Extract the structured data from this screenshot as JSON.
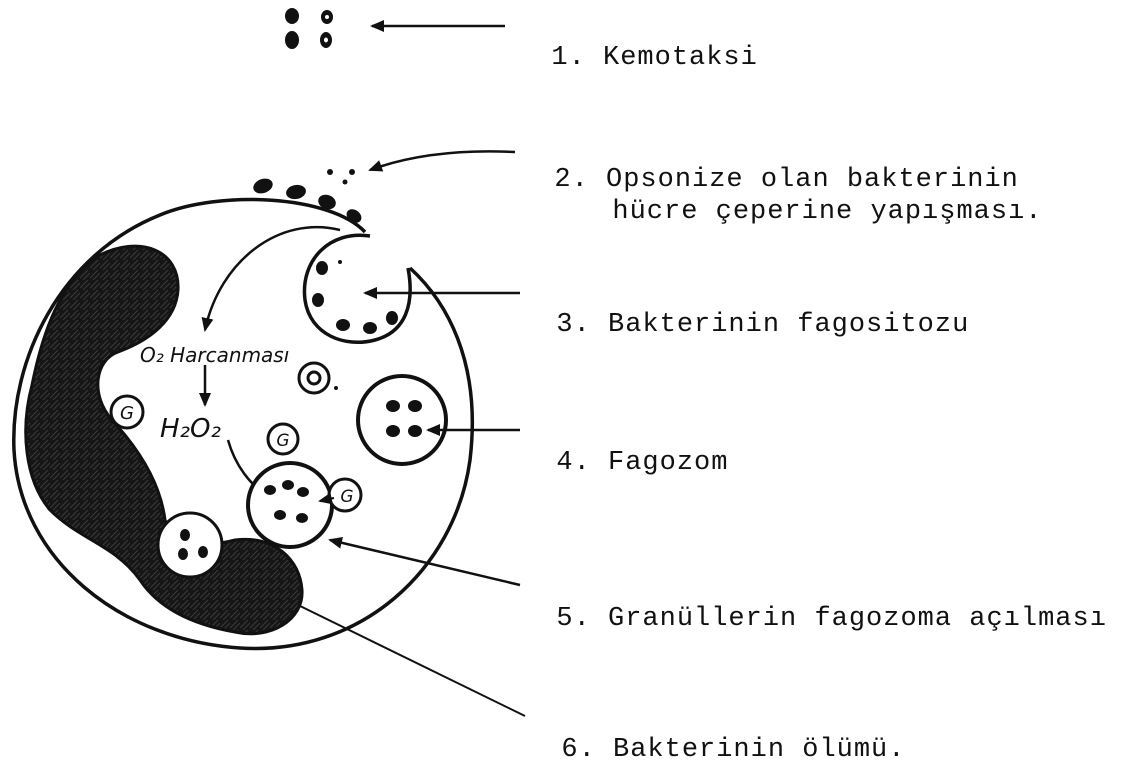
{
  "steps": [
    {
      "id": "1",
      "number": "1.",
      "text": "Kemotaksi"
    },
    {
      "id": "2",
      "number": "2.",
      "text": "Opsonize olan bakterinin",
      "text2": "hücre çeperine yapışması."
    },
    {
      "id": "3",
      "number": "3.",
      "text": "Bakterinin fagositozu"
    },
    {
      "id": "4",
      "number": "4.",
      "text": "Fagozom"
    },
    {
      "id": "5",
      "number": "5.",
      "text": "Granüllerin fagozoma açılması"
    },
    {
      "id": "6",
      "number": "6.",
      "text": "Bakterinin ölümü."
    }
  ],
  "cell_labels": {
    "o2_consumption": "O₂ Harcanması",
    "h2o2": "H₂O₂",
    "granule": "G"
  }
}
